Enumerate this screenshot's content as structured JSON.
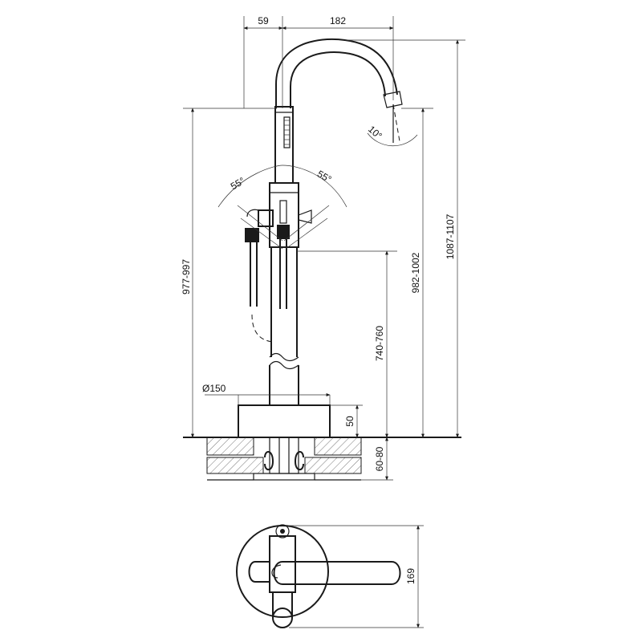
{
  "dimensions": {
    "top_left_offset": "59",
    "spout_reach": "182",
    "spout_tilt_angle": "10°",
    "left_lever_angle": "55°",
    "right_lever_angle": "55°",
    "base_diameter": "Ø150",
    "base_height": "50",
    "floor_depth": "60-80",
    "handshower_height": "977-997",
    "lever_height": "740-760",
    "spout_outlet_height": "982-1002",
    "total_height": "1087-1107",
    "plan_depth": "169"
  },
  "colors": {
    "line": "#1a1a1a",
    "hatch": "#555555"
  }
}
